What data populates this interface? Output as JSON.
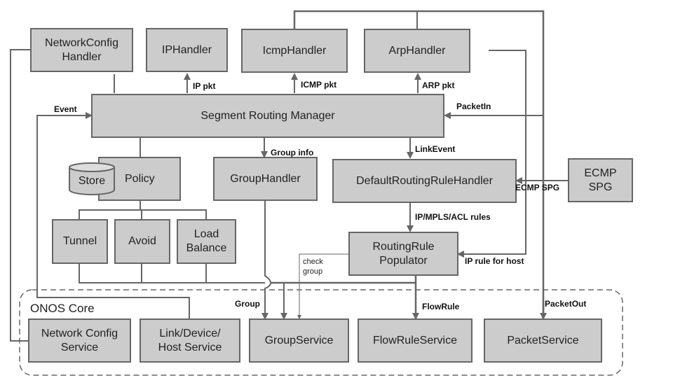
{
  "boxes": {
    "networkconfig_handler": "NetworkConfig\nHandler",
    "ip_handler": "IPHandler",
    "icmp_handler": "IcmpHandler",
    "arp_handler": "ArpHandler",
    "segment_routing_manager": "Segment Routing Manager",
    "store": "Store",
    "policy": "Policy",
    "group_handler": "GroupHandler",
    "default_routing_rule_handler": "DefaultRoutingRuleHandler",
    "ecmp_spg": "ECMP\nSPG",
    "tunnel": "Tunnel",
    "avoid": "Avoid",
    "load_balance": "Load\nBalance",
    "routing_rule_populator": "RoutingRule\nPopulator",
    "network_config_service": "Network Config\nService",
    "link_device_host_service": "Link/Device/\nHost Service",
    "group_service": "GroupService",
    "flow_rule_service": "FlowRuleService",
    "packet_service": "PacketService"
  },
  "edge_labels": {
    "ip_pkt": "IP pkt",
    "icmp_pkt": "ICMP pkt",
    "arp_pkt": "ARP pkt",
    "event": "Event",
    "packet_in": "PacketIn",
    "group_info": "Group info",
    "link_event": "LinkEvent",
    "ecmp_spg": "ECMP SPG",
    "ip_mpls_acl_rules": "IP/MPLS/ACL rules",
    "ip_rule_for_host": "IP rule for host",
    "check_group": "check\ngroup",
    "group": "Group",
    "flow_rule": "FlowRule",
    "packet_out": "PacketOut"
  },
  "containers": {
    "onos_core": "ONOS Core"
  },
  "colors": {
    "box_fill": "#cccccc",
    "box_border": "#666666",
    "line": "#666666"
  }
}
